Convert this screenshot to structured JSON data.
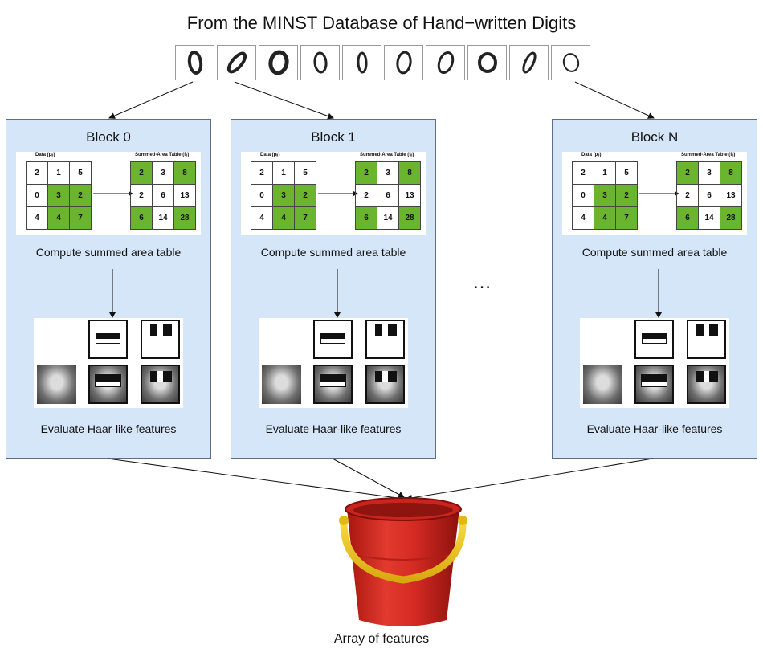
{
  "title": "From the MINST Database of Hand−written Digits",
  "digit_icons": [
    "handwritten-zero",
    "handwritten-zero",
    "handwritten-zero",
    "handwritten-zero",
    "handwritten-zero",
    "handwritten-zero",
    "handwritten-zero",
    "handwritten-zero",
    "handwritten-zero",
    "handwritten-zero"
  ],
  "blocks": [
    {
      "title": "Block 0",
      "data_label": "Data (pᵢⱼ)",
      "sat_label": "Summed-Area Table (fᵢⱼ)",
      "data": [
        [
          "2",
          "1",
          "5"
        ],
        [
          "0",
          "3",
          "2"
        ],
        [
          "4",
          "4",
          "7"
        ]
      ],
      "data_green": [
        [
          false,
          false,
          false
        ],
        [
          false,
          true,
          true
        ],
        [
          false,
          true,
          true
        ]
      ],
      "sat": [
        [
          "2",
          "3",
          "8"
        ],
        [
          "2",
          "6",
          "13"
        ],
        [
          "6",
          "14",
          "28"
        ]
      ],
      "sat_green": [
        [
          true,
          false,
          true
        ],
        [
          false,
          false,
          false
        ],
        [
          true,
          false,
          true
        ]
      ],
      "caption1": "Compute summed area table",
      "caption2": "Evaluate Haar-like features"
    },
    {
      "title": "Block 1",
      "data_label": "Data (pᵢⱼ)",
      "sat_label": "Summed-Area Table (fᵢⱼ)",
      "data": [
        [
          "2",
          "1",
          "5"
        ],
        [
          "0",
          "3",
          "2"
        ],
        [
          "4",
          "4",
          "7"
        ]
      ],
      "data_green": [
        [
          false,
          false,
          false
        ],
        [
          false,
          true,
          true
        ],
        [
          false,
          true,
          true
        ]
      ],
      "sat": [
        [
          "2",
          "3",
          "8"
        ],
        [
          "2",
          "6",
          "13"
        ],
        [
          "6",
          "14",
          "28"
        ]
      ],
      "sat_green": [
        [
          true,
          false,
          true
        ],
        [
          false,
          false,
          false
        ],
        [
          true,
          false,
          true
        ]
      ],
      "caption1": "Compute summed area table",
      "caption2": "Evaluate Haar-like features"
    },
    {
      "title": "Block N",
      "data_label": "Data (pᵢⱼ)",
      "sat_label": "Summed-Area Table (fᵢⱼ)",
      "data": [
        [
          "2",
          "1",
          "5"
        ],
        [
          "0",
          "3",
          "2"
        ],
        [
          "4",
          "4",
          "7"
        ]
      ],
      "data_green": [
        [
          false,
          false,
          false
        ],
        [
          false,
          true,
          true
        ],
        [
          false,
          true,
          true
        ]
      ],
      "sat": [
        [
          "2",
          "3",
          "8"
        ],
        [
          "2",
          "6",
          "13"
        ],
        [
          "6",
          "14",
          "28"
        ]
      ],
      "sat_green": [
        [
          true,
          false,
          true
        ],
        [
          false,
          false,
          false
        ],
        [
          true,
          false,
          true
        ]
      ],
      "caption1": "Compute summed area table",
      "caption2": "Evaluate Haar-like features"
    }
  ],
  "ellipsis": "…",
  "bucket_caption": "Array of features",
  "colors": {
    "block_fill": "#d5e6f8",
    "block_border": "#5b6e86",
    "cell_green": "#6ab42f",
    "bucket_red": "#d42a23",
    "handle_yellow": "#f2cf1c"
  },
  "icons": {
    "bucket": "bucket-icon",
    "face": "face-photo-icon"
  }
}
